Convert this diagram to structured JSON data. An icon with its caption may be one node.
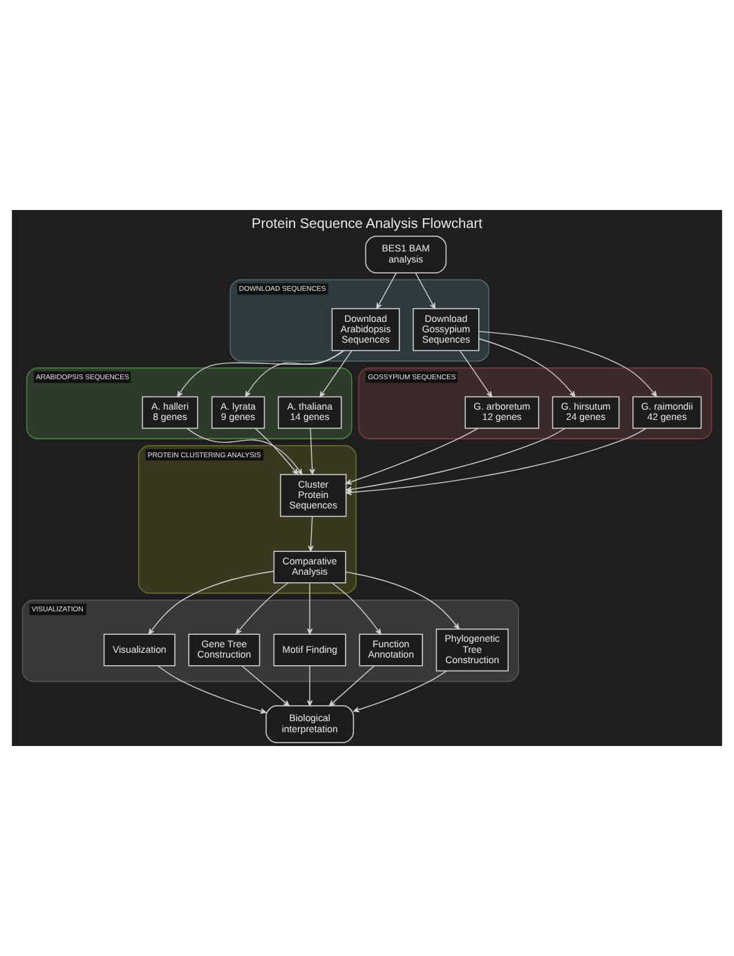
{
  "diagram": {
    "title": "Protein Sequence Analysis Flowchart",
    "nodes": [
      {
        "text": [
          "BES1 BAM analysis"
        ]
      },
      {
        "text": [
          "DOWNLOAD SEQUENCES"
        ]
      },
      {
        "text": [
          "Download Arabidopsis Sequences"
        ],
        "in": 1
      },
      {
        "text": [
          "Download Gossypium Sequences"
        ],
        "in": 1
      },
      {
        "text": [
          "ARABIDOPSIS SEQUENCES"
        ]
      },
      {
        "text": [
          "A. halleri",
          "8 genes"
        ],
        "in": 4
      },
      {
        "text": [
          "A. lyrata",
          "9 genes"
        ],
        "in": 4
      },
      {
        "text": [
          "A. thaliana",
          "14 genes"
        ],
        "in": 4
      },
      {
        "text": [
          "GOSSYPIUM SEQUENCES"
        ]
      },
      {
        "text": [
          "G. arboretum",
          "12 genes"
        ],
        "in": 8
      },
      {
        "text": [
          "G. hirsutum",
          "24 genes"
        ],
        "in": 8
      },
      {
        "text": [
          "G. raimondii",
          "42 genes"
        ],
        "in": 8
      },
      {
        "text": [
          "PROTEIN CLUSTERING ANALYSIS"
        ]
      },
      {
        "text": [
          "Cluster Protein Sequences"
        ],
        "in": 12
      },
      {
        "text": [
          "Comparative Analysis"
        ],
        "in": 12
      },
      {
        "text": [
          "VISUALIZATION"
        ]
      },
      {
        "text": [
          "Visualization"
        ],
        "in": 15
      },
      {
        "text": [
          "Gene Tree Construction"
        ],
        "in": 15
      },
      {
        "text": [
          "Motif Finding"
        ],
        "in": 15
      },
      {
        "text": [
          "Function Annotation"
        ],
        "in": 15
      },
      {
        "text": [
          "Phylogenetic Tree Construction"
        ],
        "in": 15
      },
      {
        "text": [
          "Biological interpretation"
        ]
      }
    ],
    "edges": [
      {
        "from": 0,
        "to": 2,
        "arrow": "to"
      },
      {
        "from": 0,
        "to": 3,
        "arrow": "to"
      },
      {
        "from": 2,
        "to": 5,
        "arrow": "to"
      },
      {
        "from": 2,
        "to": 6,
        "arrow": "to"
      },
      {
        "from": 2,
        "to": 7,
        "arrow": "to"
      },
      {
        "from": 3,
        "to": 9,
        "arrow": "to"
      },
      {
        "from": 3,
        "to": 10,
        "arrow": "to"
      },
      {
        "from": 3,
        "to": 11,
        "arrow": "to"
      },
      {
        "from": 5,
        "to": 13,
        "arrow": "to"
      },
      {
        "from": 6,
        "to": 13,
        "arrow": "to"
      },
      {
        "from": 7,
        "to": 13,
        "arrow": "to"
      },
      {
        "from": 9,
        "to": 13,
        "arrow": "to"
      },
      {
        "from": 10,
        "to": 13,
        "arrow": "to"
      },
      {
        "from": 11,
        "to": 13,
        "arrow": "to"
      },
      {
        "from": 13,
        "to": 14,
        "arrow": "to"
      },
      {
        "from": 14,
        "to": 16,
        "arrow": "to"
      },
      {
        "from": 14,
        "to": 17,
        "arrow": "to"
      },
      {
        "from": 14,
        "to": 18,
        "arrow": "to"
      },
      {
        "from": 14,
        "to": 19,
        "arrow": "to"
      },
      {
        "from": 14,
        "to": 20,
        "arrow": "to"
      },
      {
        "from": 16,
        "to": 21,
        "arrow": "to"
      },
      {
        "from": 17,
        "to": 21,
        "arrow": "to"
      },
      {
        "from": 18,
        "to": 21,
        "arrow": "to"
      },
      {
        "from": 19,
        "to": 21,
        "arrow": "to"
      },
      {
        "from": 20,
        "to": 21,
        "arrow": "to"
      }
    ]
  }
}
